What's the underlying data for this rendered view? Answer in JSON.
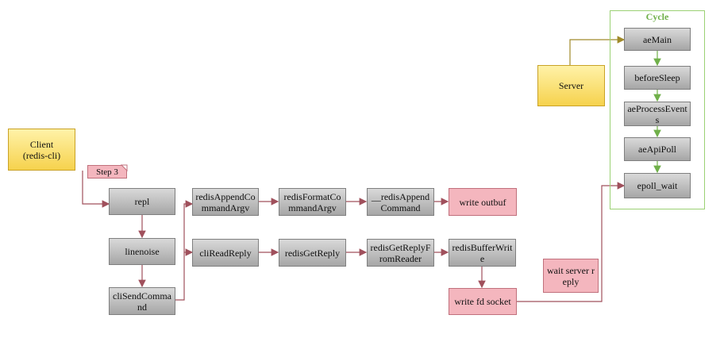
{
  "cycle": {
    "title": "Cycle",
    "nodes": {
      "aemain": "aeMain",
      "beforesleep": "beforeSleep",
      "aeprocessevents": "aeProcessEvents",
      "aeapipoll": "aeApiPoll",
      "epoll_wait": "epoll_wait"
    }
  },
  "server": {
    "label": "Server"
  },
  "client": {
    "label": "Client\n(redis-cli)"
  },
  "step": {
    "label": "Step 3"
  },
  "nodes": {
    "repl": "repl",
    "linenoise": "linenoise",
    "clisendcommand": "cliSendCommand",
    "redisappendcommandargv": "redisAppendCommandArgv",
    "redisformatcommandargv": "redisFormatCommandArgv",
    "redisappendcommand": "__redisAppendCommand",
    "writeoutbuf": "write outbuf",
    "clireadreply": "cliReadReply",
    "redisgetreply": "redisGetReply",
    "redisgetreplyfromreader": "redisGetReplyFromReader",
    "redisbufferwrite": "redisBufferWrite",
    "writefdsocket": "write fd socket",
    "waitserverreply": "wait server reply"
  },
  "colors": {
    "cycle_border": "#9bd174",
    "cycle_arrow": "#70b04a",
    "server_arrow": "#a08a2a",
    "client_arrow": "#a0505c",
    "flow_arrow": "#a0505c"
  }
}
